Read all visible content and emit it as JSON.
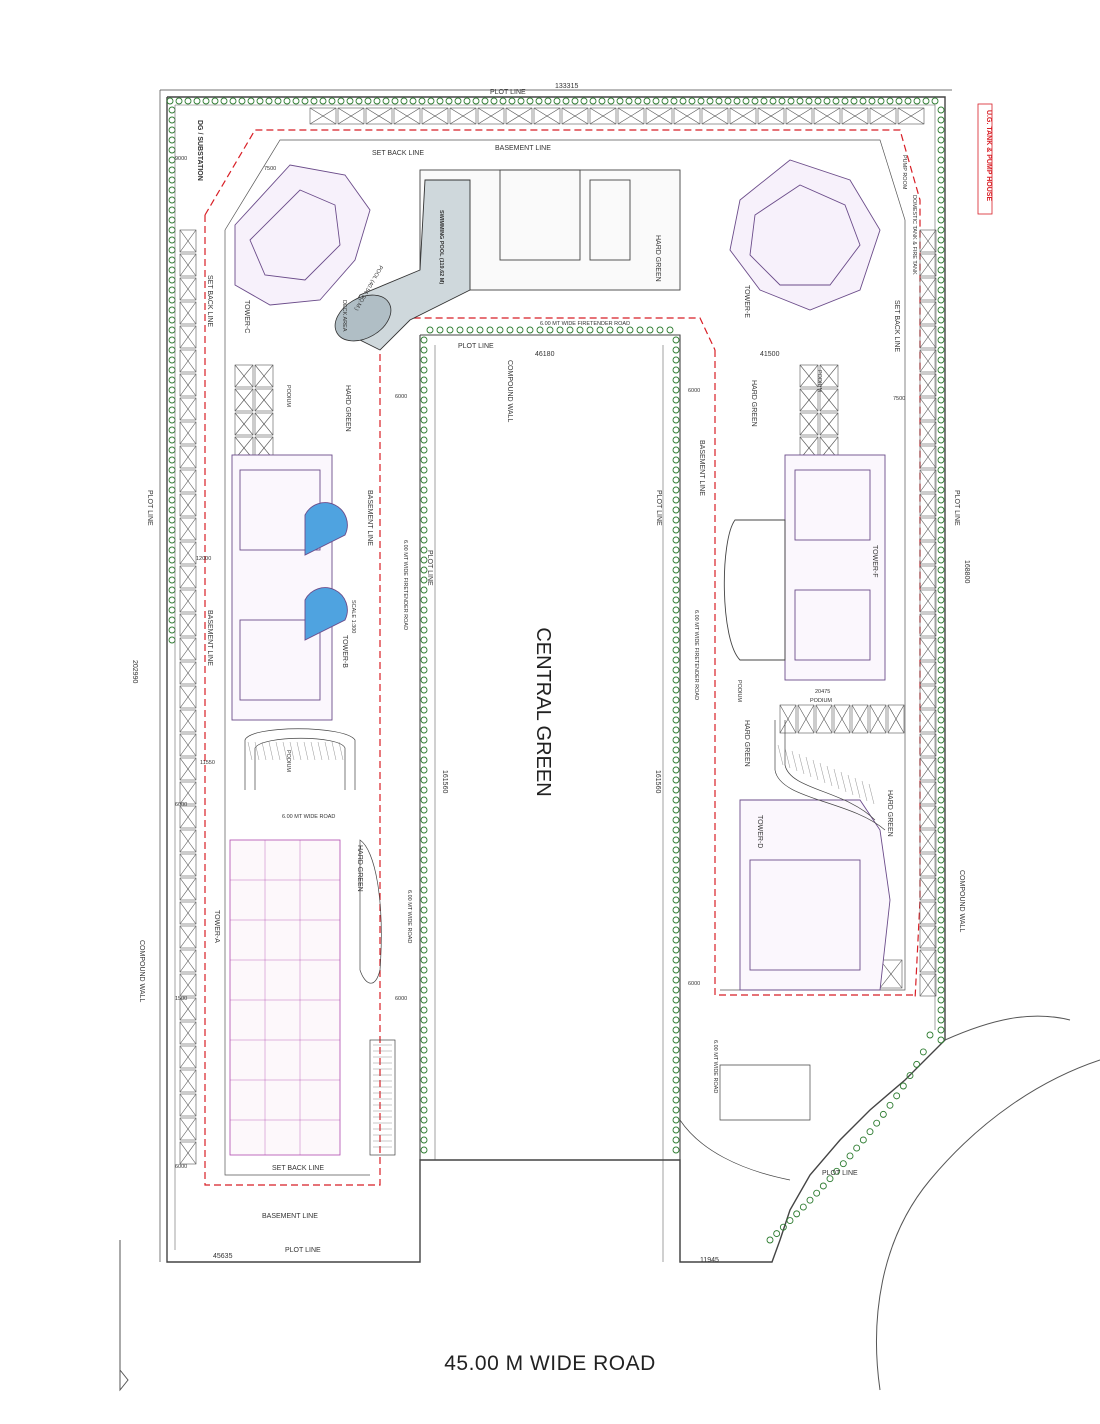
{
  "title_road": "45.00 M WIDE ROAD",
  "central_label": "CENTRAL GREEN",
  "lines": {
    "plot_line": "PLOT LINE",
    "basement_line": "BASEMENT LINE",
    "set_back_line": "SET BACK LINE",
    "compound_wall": "COMPOUND WALL",
    "podium": "PODIUM",
    "hard_green": "HARD GREEN"
  },
  "towers": {
    "a": "TOWER-A",
    "b": "TOWER-B",
    "c": "TOWER-C",
    "d": "TOWER-D",
    "e": "TOWER-E",
    "f": "TOWER-F"
  },
  "facilities": {
    "dg_substation": "DG / SUBSTATION",
    "ug_tank": "U.G. TANK & PUMP HOUSE",
    "pump_room": "PUMP ROOM",
    "domestic_tank": "DOMESTIC TANK & FIRE TANK",
    "swimming_pool": "SWIMMING POOL (119.62 M)",
    "pool_kids": "POOL (40.56 SQ.M.)",
    "deck_area": "DECK AREA",
    "fire_road": "6.00 MT WIDE FIRETENDER ROAD",
    "wide_road": "6.00 MT WIDE ROAD",
    "scale": "SCALE 1:300"
  },
  "dims": {
    "top": "133315",
    "inner_top": "46180",
    "inner_top_right": "41500",
    "left": "202990",
    "right": "168800",
    "inner_left": "161560",
    "inner_right": "161560",
    "bottom_left": "45635",
    "bottom_right": "11945",
    "podium_dim": "20475",
    "d6000": "6000",
    "d7500": "7500",
    "d1500": "1500",
    "d9000": "9000",
    "d11550": "11550",
    "d12000": "12000"
  },
  "colors": {
    "line": "#333333",
    "red_dash": "#d81f26",
    "tree": "#2f7d32",
    "blue": "#1e88e5",
    "purple": "#8e44ad"
  }
}
